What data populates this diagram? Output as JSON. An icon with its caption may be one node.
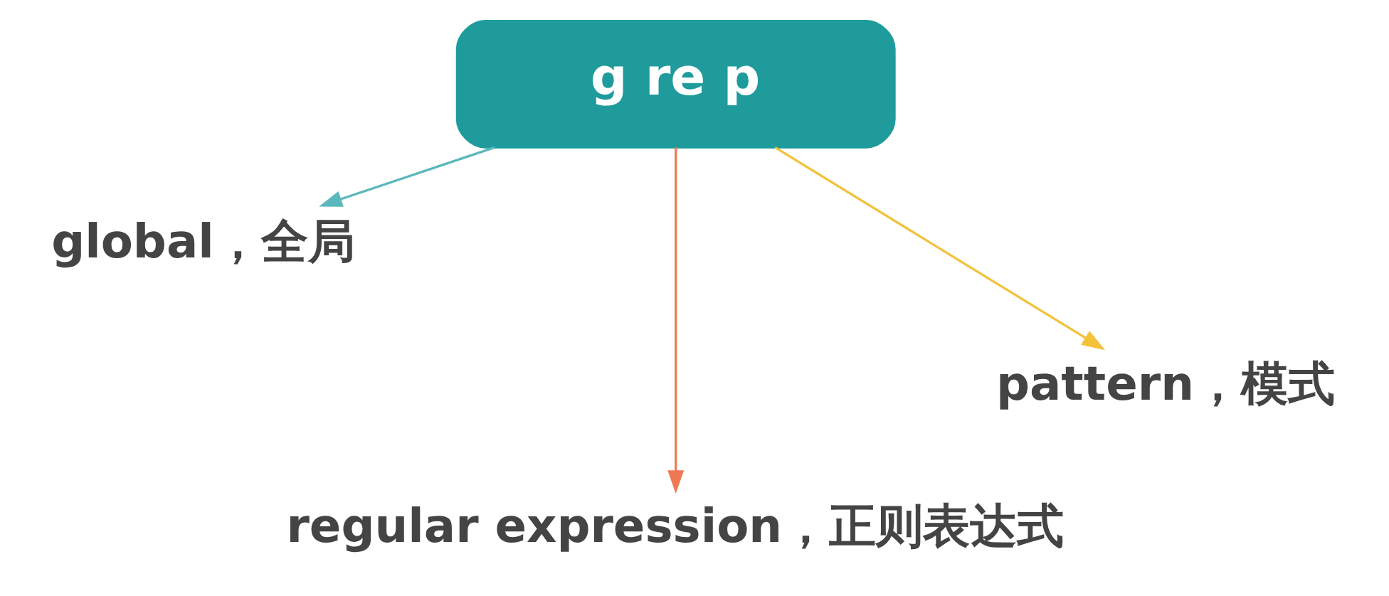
{
  "diagram": {
    "nodes": [
      {
        "text": [
          "g re p"
        ]
      },
      {
        "text": [
          "global，全局"
        ]
      },
      {
        "text": [
          "regular expression，正则表达式"
        ]
      },
      {
        "text": [
          "pattern，模式"
        ]
      }
    ],
    "edges": [
      {
        "from": 0,
        "to": 1,
        "arrow": "to",
        "color": "#5bb8bc"
      },
      {
        "from": 0,
        "to": 2,
        "arrow": "to",
        "color": "#ee7a55"
      },
      {
        "from": 0,
        "to": 3,
        "arrow": "to",
        "color": "#f2c23c"
      }
    ]
  }
}
